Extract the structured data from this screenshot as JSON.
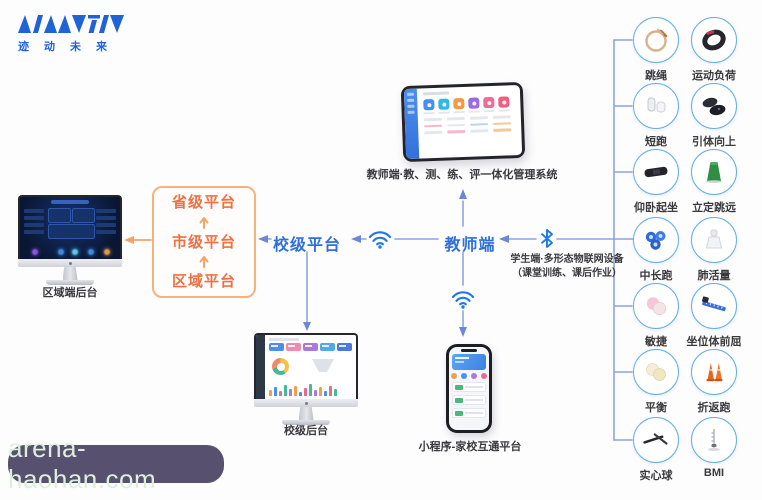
{
  "logo": {
    "brand_text": "迹动未来"
  },
  "watermark": {
    "text": "arena-haohan.com"
  },
  "platform_chain": {
    "items": [
      "省级平台",
      "市级平台",
      "区域平台"
    ]
  },
  "nodes": {
    "regional_backend": {
      "caption": "区域端后台"
    },
    "school_platform": {
      "label": "校级平台"
    },
    "school_backend": {
      "caption": "校级后台"
    },
    "teacher": {
      "label": "教师端"
    },
    "teacher_system": {
      "caption": "教师端·教、测、练、评一体化管理系统"
    },
    "mini_program": {
      "caption": "小程序-家校互通平台"
    },
    "student_devices": {
      "line1": "学生端·多形态物联网设备",
      "line2": "（课堂训练、课后作业）"
    }
  },
  "devices": [
    {
      "label": "跳绳",
      "icon": "jump-rope-icon"
    },
    {
      "label": "运动负荷",
      "icon": "exercise-load-band-icon"
    },
    {
      "label": "短跑",
      "icon": "sprint-sensor-icon"
    },
    {
      "label": "引体向上",
      "icon": "pull-up-sensor-icon"
    },
    {
      "label": "仰卧起坐",
      "icon": "sit-up-band-icon"
    },
    {
      "label": "立定跳远",
      "icon": "jump-mat-icon"
    },
    {
      "label": "中长跑",
      "icon": "run-pod-icon"
    },
    {
      "label": "肺活量",
      "icon": "spirometer-icon"
    },
    {
      "label": "敏捷",
      "icon": "agility-pod-icon"
    },
    {
      "label": "坐位体前屈",
      "icon": "sit-reach-ruler-icon"
    },
    {
      "label": "平衡",
      "icon": "balance-pod-icon"
    },
    {
      "label": "折返跑",
      "icon": "shuttle-cone-icon"
    },
    {
      "label": "实心球",
      "icon": "medicine-ball-stick-icon"
    },
    {
      "label": "BMI",
      "icon": "height-gauge-icon"
    }
  ],
  "colors": {
    "blue_text": "#2e6fd8",
    "orange_text": "#ee7044",
    "orange_line": "#f3a469",
    "connector_blue": "#8ba4e4",
    "circle_border": "#66aee0"
  }
}
